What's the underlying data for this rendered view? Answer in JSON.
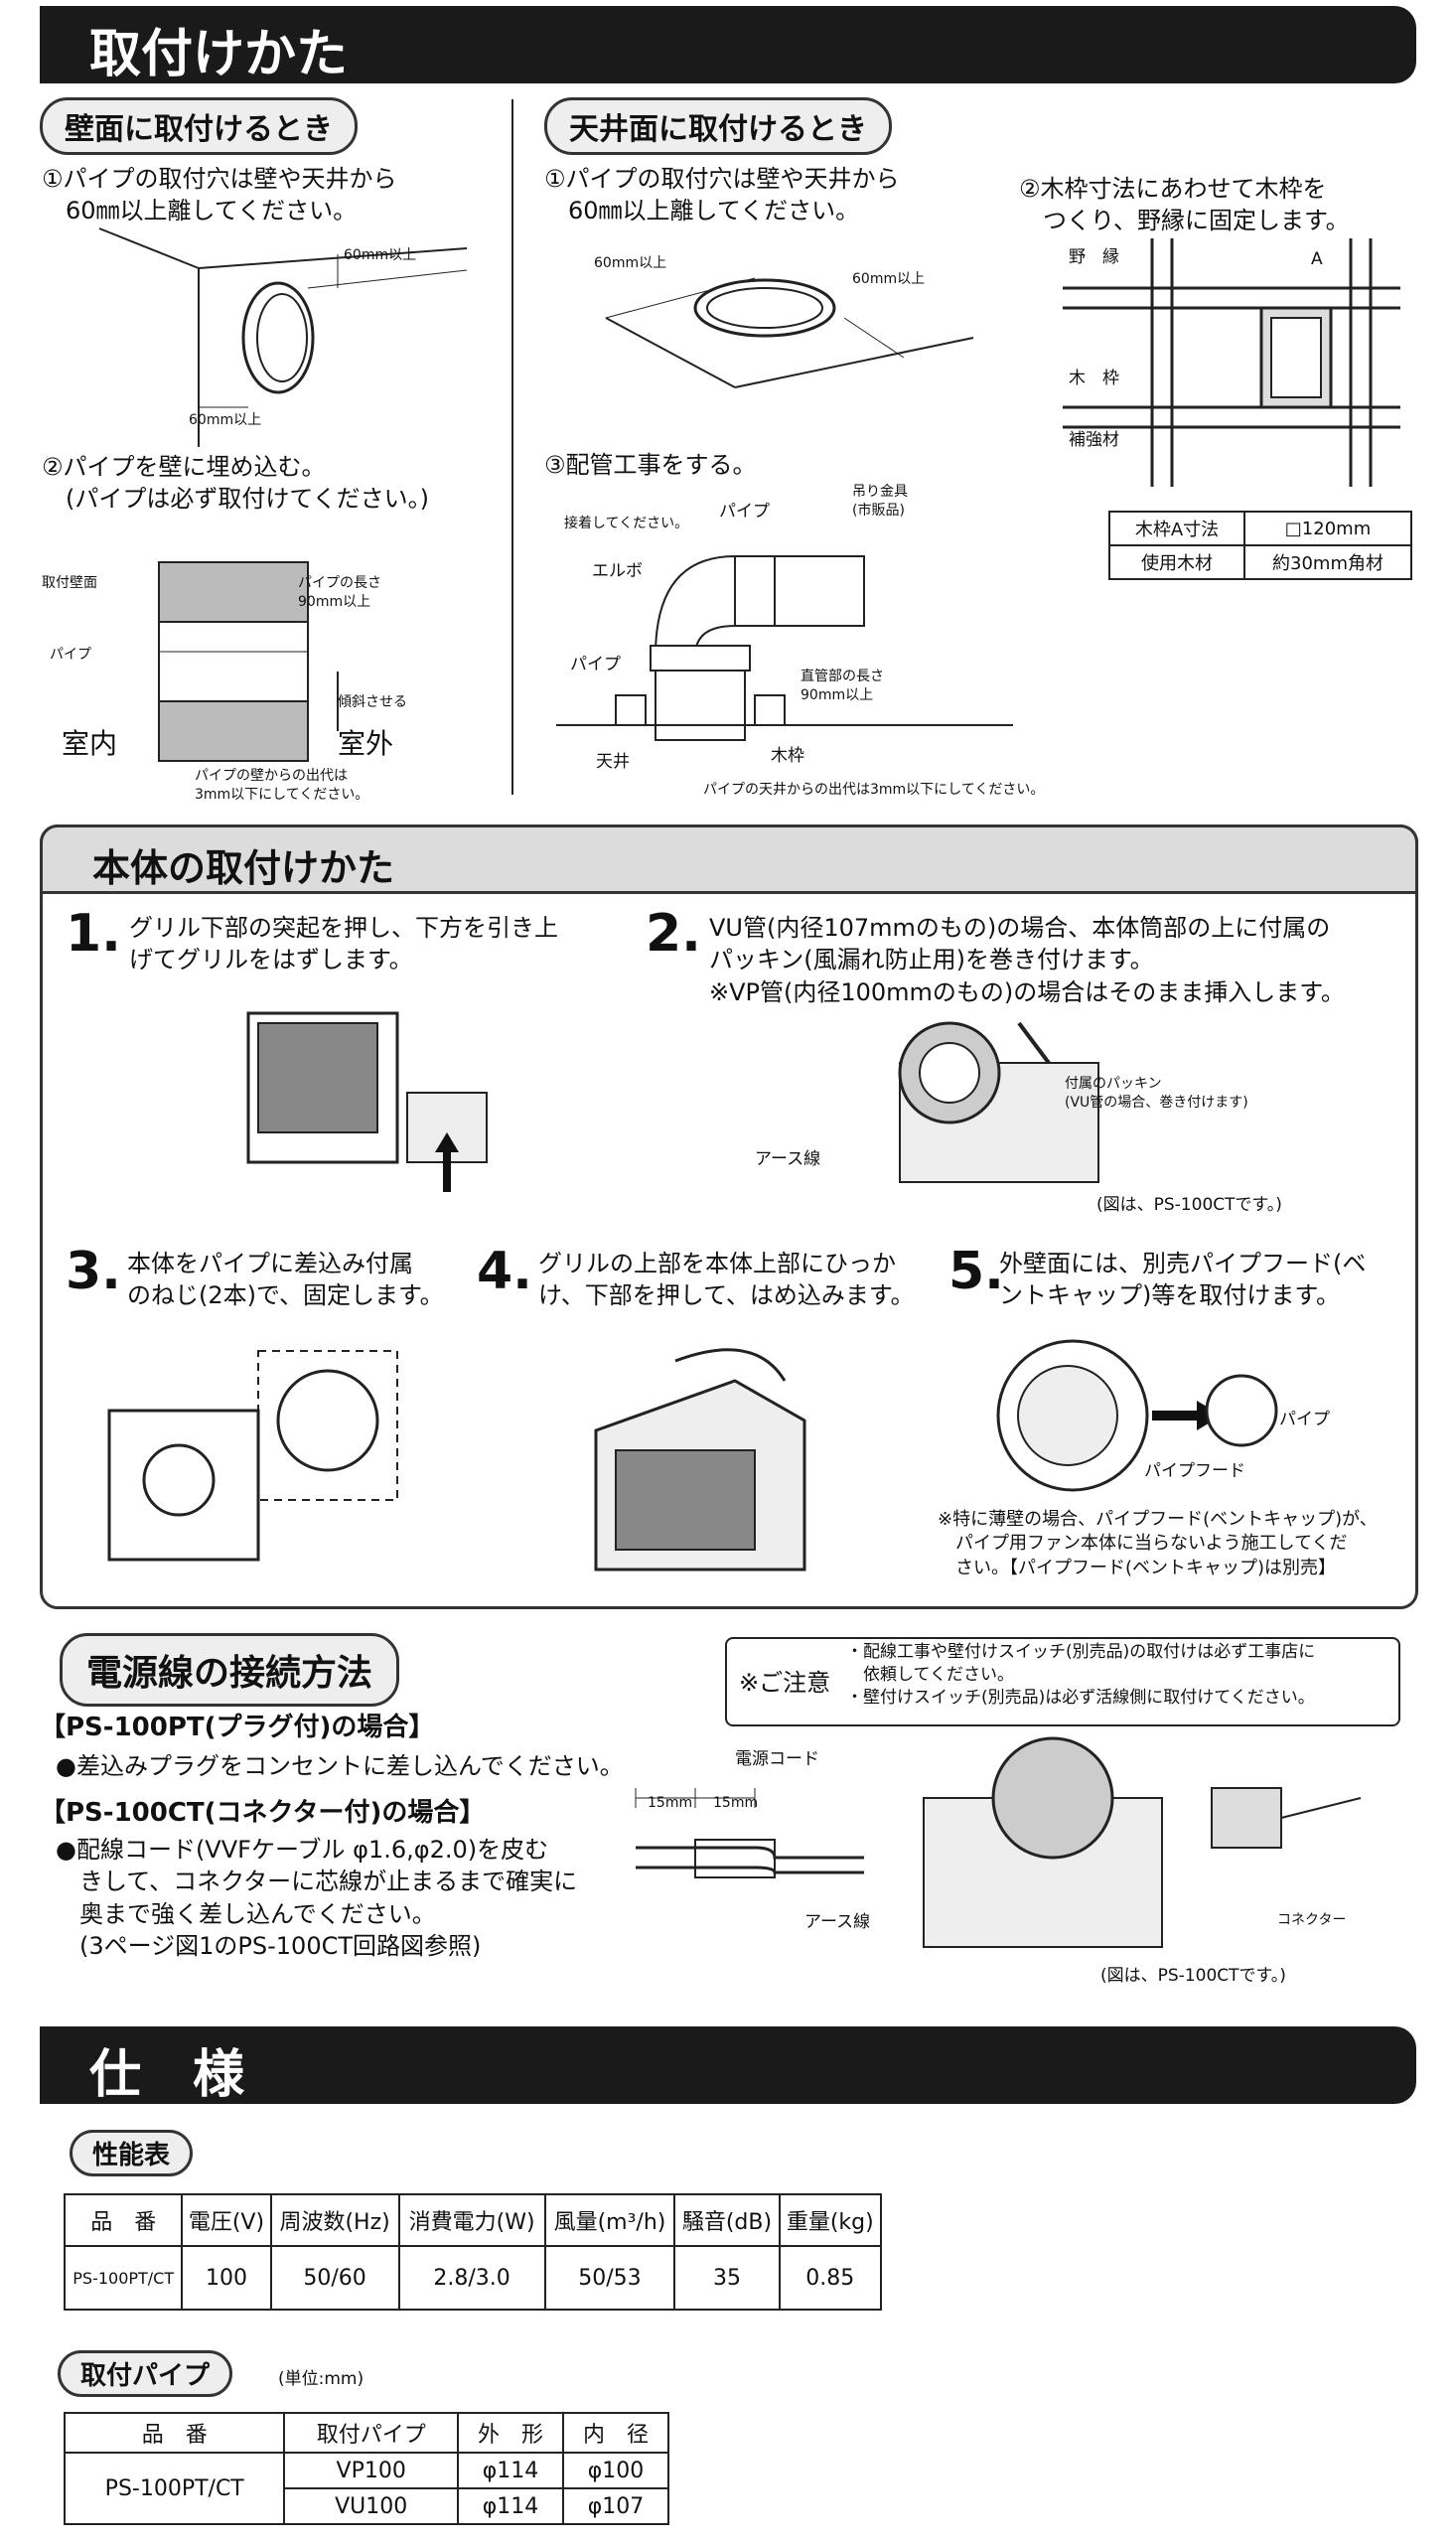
{
  "install": {
    "title": "取付けかた",
    "wall": {
      "label": "壁面に取付けるとき",
      "step1": "①パイプの取付穴は壁や天井から\n　60㎜以上離してください。",
      "dim_a": "60mm以上",
      "dim_b": "60mm以上",
      "step2": "②パイプを壁に埋め込む。\n　(パイプは必ず取付けてください。)",
      "lbl_wall": "取付壁面",
      "lbl_pipe": "パイプ",
      "lbl_len": "パイプの長さ\n90mm以上",
      "lbl_slope": "傾斜させる",
      "lbl_in": "室内",
      "lbl_out": "室外",
      "lbl_note": "パイプの壁からの出代は\n3mm以下にしてください。"
    },
    "ceiling": {
      "label": "天井面に取付けるとき",
      "step1": "①パイプの取付穴は壁や天井から\n　60㎜以上離してください。",
      "dim_a": "60mm以上",
      "dim_b": "60mm以上",
      "step2": "②木枠寸法にあわせて木枠を\n　つくり、野縁に固定します。",
      "lbl_noen": "野　縁",
      "lbl_a": "A",
      "lbl_waku": "木　枠",
      "lbl_hokyo": "補強材",
      "step3": "③配管工事をする。",
      "lbl_setchaku": "接着してください。",
      "lbl_pipe": "パイプ",
      "lbl_tsuri": "吊り金具\n(市販品)",
      "lbl_elbow": "エルボ",
      "lbl_pipe2": "パイプ",
      "lbl_chokkan": "直管部の長さ\n90mm以上",
      "lbl_tenjo": "天井",
      "lbl_mokuwaku": "木枠",
      "lbl_note": "パイプの天井からの出代は3mm以下にしてください。",
      "table": [
        [
          "木枠A寸法",
          "□120mm"
        ],
        [
          "使用木材",
          "約30mm角材"
        ]
      ]
    }
  },
  "body": {
    "title": "本体の取付けかた",
    "steps": [
      {
        "num": "1.",
        "text": "グリル下部の突起を押し、下方を引き上\nげてグリルをはずします。"
      },
      {
        "num": "2.",
        "text": "VU管(内径107mmのもの)の場合、本体筒部の上に付属の\nパッキン(風漏れ防止用)を巻き付けます。\n※VP管(内径100mmのもの)の場合はそのまま挿入します。"
      },
      {
        "num": "3.",
        "text": "本体をパイプに差込み付属\nのねじ(2本)で、固定します。"
      },
      {
        "num": "4.",
        "text": "グリルの上部を本体上部にひっか\nけ、下部を押して、はめ込みます。"
      },
      {
        "num": "5.",
        "text": "外壁面には、別売パイプフード(ベ\nントキャップ)等を取付けます。"
      }
    ],
    "lbl_packing": "付属のパッキン\n(VU管の場合、巻き付けます)",
    "lbl_earth": "アース線",
    "lbl_fig": "(図は、PS-100CTです。)",
    "lbl_pipe": "パイプ",
    "lbl_hood": "パイプフード",
    "note5": "※特に薄壁の場合、パイプフード(ベントキャップ)が、\n　パイプ用ファン本体に当らないよう施工してくだ\n　さい。【パイプフード(ベントキャップ)は別売】"
  },
  "power": {
    "title": "電源線の接続方法",
    "caution_label": "※ご注意",
    "caution": "・配線工事や壁付けスイッチ(別売品)の取付けは必ず工事店に\n　依頼してください。\n・壁付けスイッチ(別売品)は必ず活線側に取付けてください。",
    "pt_head": "【PS-100PT(プラグ付)の場合】",
    "pt_text": "●差込みプラグをコンセントに差し込んでください。",
    "ct_head": "【PS-100CT(コネクター付)の場合】",
    "ct_text": "●配線コード(VVFケーブル φ1.6,φ2.0)を皮む\n　きして、コネクターに芯線が止まるまで確実に\n　奥まで強く差し込んでください。\n　(3ページ図1のPS-100CT回路図参照)",
    "lbl_cord": "電源コード",
    "lbl_15a": "15mm",
    "lbl_15b": "15mm",
    "lbl_earth": "アース線",
    "lbl_connector": "コネクター",
    "lbl_fig": "(図は、PS-100CTです。)"
  },
  "spec": {
    "title": "仕　様",
    "perf_label": "性能表",
    "perf_headers": [
      "品　番",
      "電圧(V)",
      "周波数(Hz)",
      "消費電力(W)",
      "風量(m³/h)",
      "騒音(dB)",
      "重量(kg)"
    ],
    "perf_row": [
      "PS-100PT/CT",
      "100",
      "50/60",
      "2.8/3.0",
      "50/53",
      "35",
      "0.85"
    ],
    "pipe_label": "取付パイプ",
    "pipe_unit": "(単位:mm)",
    "pipe_headers": [
      "品　番",
      "取付パイプ",
      "外　形",
      "内　径"
    ],
    "pipe_model": "PS-100PT/CT",
    "pipe_rows": [
      [
        "VP100",
        "φ114",
        "φ100"
      ],
      [
        "VU100",
        "φ114",
        "φ107"
      ]
    ]
  }
}
